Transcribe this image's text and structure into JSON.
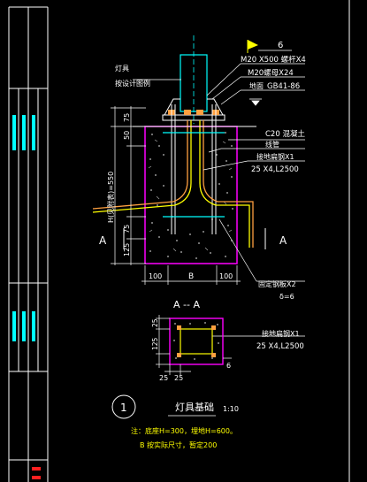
{
  "labels": {
    "lamp": "灯具",
    "per_design": "按设计图例",
    "bolt": "M20 X500 螺杆X4",
    "nut": "M20螺母X24",
    "ground": "地面",
    "ground_std": "GB41-86",
    "flag_num": "6",
    "concrete": "C20 混凝土",
    "wire_pipe": "线管",
    "ground_steel": "接地扁钢X1",
    "ground_steel_size": "25 X4,L2500",
    "fix_plate": "固定钢板X2",
    "delta": "δ=6",
    "ground_steel2": "接地扁钢X1",
    "ground_steel2_size": "25 X4,L2500",
    "section_a_left": "A",
    "section_a_right": "A",
    "section_title": "A -- A",
    "height_label": "H(见附表)=550",
    "detail_no": "1",
    "detail_title": "灯具基础",
    "detail_scale": "1:10",
    "note1": "注：底座H=300，埋地H=600。",
    "note2": "B 按实际尺寸，暂定200",
    "dim_100_left": "100",
    "dim_b": "B",
    "dim_100_right": "100",
    "dim_75_top": "75",
    "dim_50": "50",
    "dim_75_mid": "75",
    "dim_125": "125",
    "dim_25_a": "25",
    "dim_125_v": "125",
    "dim_25_b": "25",
    "dim_25_c": "25",
    "dim_6_plan": "6",
    "dim_6_top": "6"
  },
  "colors": {
    "yellow": "#ffff00",
    "cyan": "#00ffff",
    "magenta": "#ff00ff",
    "white": "#ffffff",
    "green": "#00ff00",
    "orange": "#ffa040",
    "red": "#ff2020"
  }
}
